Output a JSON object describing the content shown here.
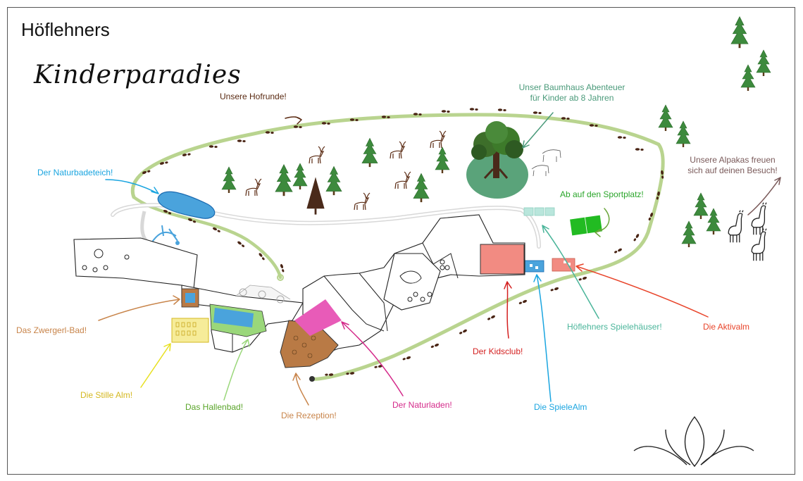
{
  "header": {
    "title": "Höflehners",
    "subtitle": "Kinderparadies"
  },
  "colors": {
    "path": "#b9d48f",
    "footprint": "#4a2515",
    "tree": "#3d8a3d",
    "pond": "#4aa3dc",
    "baumhaus_ground": "#5aa37a",
    "sportplatz": "#22bb22",
    "kidsclub": "#f28b82",
    "naturladen": "#e85bb8",
    "rezeption": "#b97a45"
  },
  "labels": {
    "hofrunde": {
      "text": "Unsere Hofrunde!",
      "color": "#5a2a12"
    },
    "baumhaus_1": {
      "text": "Unser Baumhaus Abenteuer",
      "color": "#4a9a7a"
    },
    "baumhaus_2": {
      "text": "für Kinder ab 8 Jahren",
      "color": "#4a9a7a"
    },
    "naturbadeteich": {
      "text": "Der Naturbadeteich!",
      "color": "#1aa5e0"
    },
    "alpakas_1": {
      "text": "Unsere Alpakas freuen",
      "color": "#7a5a5a"
    },
    "alpakas_2": {
      "text": "sich auf deinen Besuch!",
      "color": "#7a5a5a"
    },
    "sportplatz": {
      "text": "Ab auf den Sportplatz!",
      "color": "#2aa52a"
    },
    "zwergerlbad": {
      "text": "Das Zwergerl-Bad!",
      "color": "#c8844a"
    },
    "spielehaeuser": {
      "text": "Höflehners Spielehäuser!",
      "color": "#4ab59a"
    },
    "aktivalm": {
      "text": "Die Aktivalm",
      "color": "#e8442a"
    },
    "kidsclub": {
      "text": "Der Kidsclub!",
      "color": "#d42020"
    },
    "stillealm": {
      "text": "Die Stille Alm!",
      "color": "#d4b820"
    },
    "hallenbad": {
      "text": "Das Hallenbad!",
      "color": "#5aa52a"
    },
    "rezeption": {
      "text": "Die Rezeption!",
      "color": "#c8844a"
    },
    "naturladen": {
      "text": "Der Naturladen!",
      "color": "#d42a8a"
    },
    "spielealm": {
      "text": "Die SpieleAlm",
      "color": "#1aa5e0"
    }
  },
  "icons": [
    "pine-tree-icon",
    "deer-icon",
    "alpaca-icon",
    "oak-tree-icon",
    "footprint-icon",
    "lotus-icon"
  ]
}
